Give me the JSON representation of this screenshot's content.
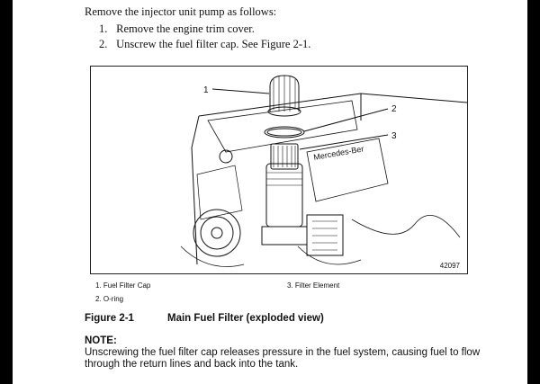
{
  "intro": "Remove the injector unit pump as follows:",
  "steps": [
    {
      "num": "1.",
      "text": "Remove the engine trim cover."
    },
    {
      "num": "2.",
      "text": "Unscrew the fuel filter cap.  See Figure 2-1."
    }
  ],
  "figure": {
    "callouts": [
      "1",
      "2",
      "3"
    ],
    "engine_text": "Mercedes-Ber",
    "ref_number": "42097"
  },
  "legend": [
    {
      "num": "1.",
      "label": "Fuel Filter Cap"
    },
    {
      "num": "2.",
      "label": "O-ring"
    },
    {
      "num": "3.",
      "label": "Filter Element"
    }
  ],
  "caption": {
    "number": "Figure 2-1",
    "title": "Main Fuel Filter (exploded view)"
  },
  "note": {
    "heading": "NOTE:",
    "text": "Unscrewing the fuel filter cap releases pressure in the fuel system, causing fuel to flow through the return lines and back into the tank."
  }
}
